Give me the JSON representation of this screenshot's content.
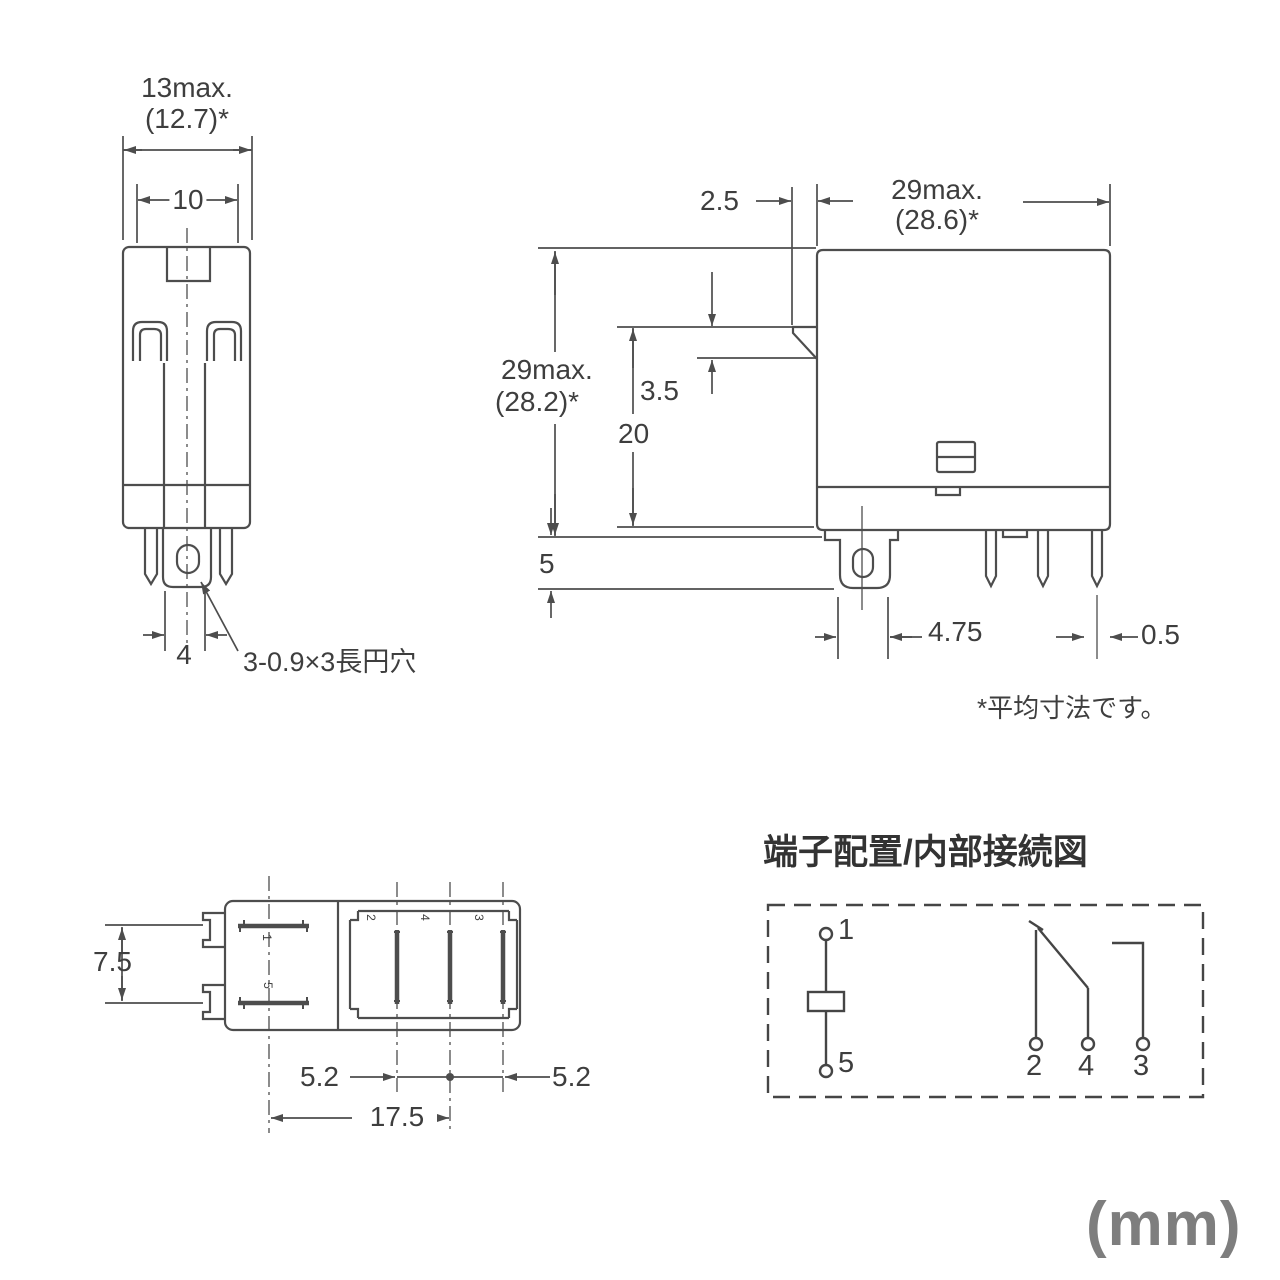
{
  "unit_label": "(mm)",
  "front_view": {
    "width_max": "13max.",
    "width_avg": "(12.7)*",
    "notch_width": "10",
    "terminal_width": "4",
    "hole_note": "3-0.9×3長円穴"
  },
  "side_view": {
    "flange_offset": "2.5",
    "width_max": "29max.",
    "width_avg": "(28.6)*",
    "height_max": "29max.",
    "height_avg": "(28.2)*",
    "body_height": "20",
    "flange_height": "3.5",
    "terminal_length": "5",
    "terminal_width": "4.75",
    "pin_edge_offset": "0.5",
    "footnote": "*平均寸法です。"
  },
  "bottom_view": {
    "coil_pitch": "7.5",
    "pitch_left": "5.2",
    "pitch_right": "5.2",
    "row_spacing": "17.5",
    "terminals": {
      "t1": "1",
      "t5": "5",
      "t2": "2",
      "t4": "4",
      "t3": "3"
    }
  },
  "connection_diagram": {
    "title": "端子配置/内部接続図",
    "pins": {
      "p1": "1",
      "p2": "2",
      "p3": "3",
      "p4": "4",
      "p5": "5"
    }
  }
}
